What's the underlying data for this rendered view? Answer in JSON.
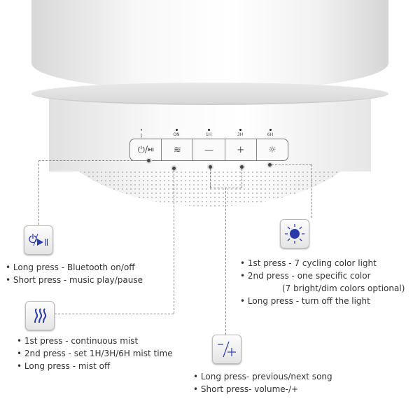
{
  "panel": {
    "indicators": [
      "ON",
      "1H",
      "3H",
      "6H"
    ],
    "buttons": [
      {
        "name": "power-play",
        "glyph": "⏻/⏯"
      },
      {
        "name": "mist",
        "glyph": "≋"
      },
      {
        "name": "minus",
        "glyph": "—"
      },
      {
        "name": "plus",
        "glyph": "+"
      },
      {
        "name": "light",
        "glyph": "☼"
      }
    ]
  },
  "power": {
    "icon": "power-play-icon",
    "lines": [
      "• Long press - Bluetooth on/off",
      "• Short press - music play/pause"
    ]
  },
  "mist": {
    "icon": "mist-icon",
    "lines": [
      "• 1st press - continuous mist",
      "• 2nd press - set 1H/3H/6H mist time",
      "• Long press - mist off"
    ]
  },
  "light": {
    "icon": "sun-icon",
    "lines": [
      "• 1st press - 7 cycling color light",
      "• 2nd press - one specific color",
      "(7 bright/dim colors optional)",
      "• Long press - turn off the light"
    ]
  },
  "volume": {
    "icon": "minus-plus-icon",
    "lines": [
      "• Long press- previous/next song",
      "• Short press- volume-/+"
    ]
  },
  "colors": {
    "icon_blue": "#2a3aa8",
    "line": "#888888"
  }
}
